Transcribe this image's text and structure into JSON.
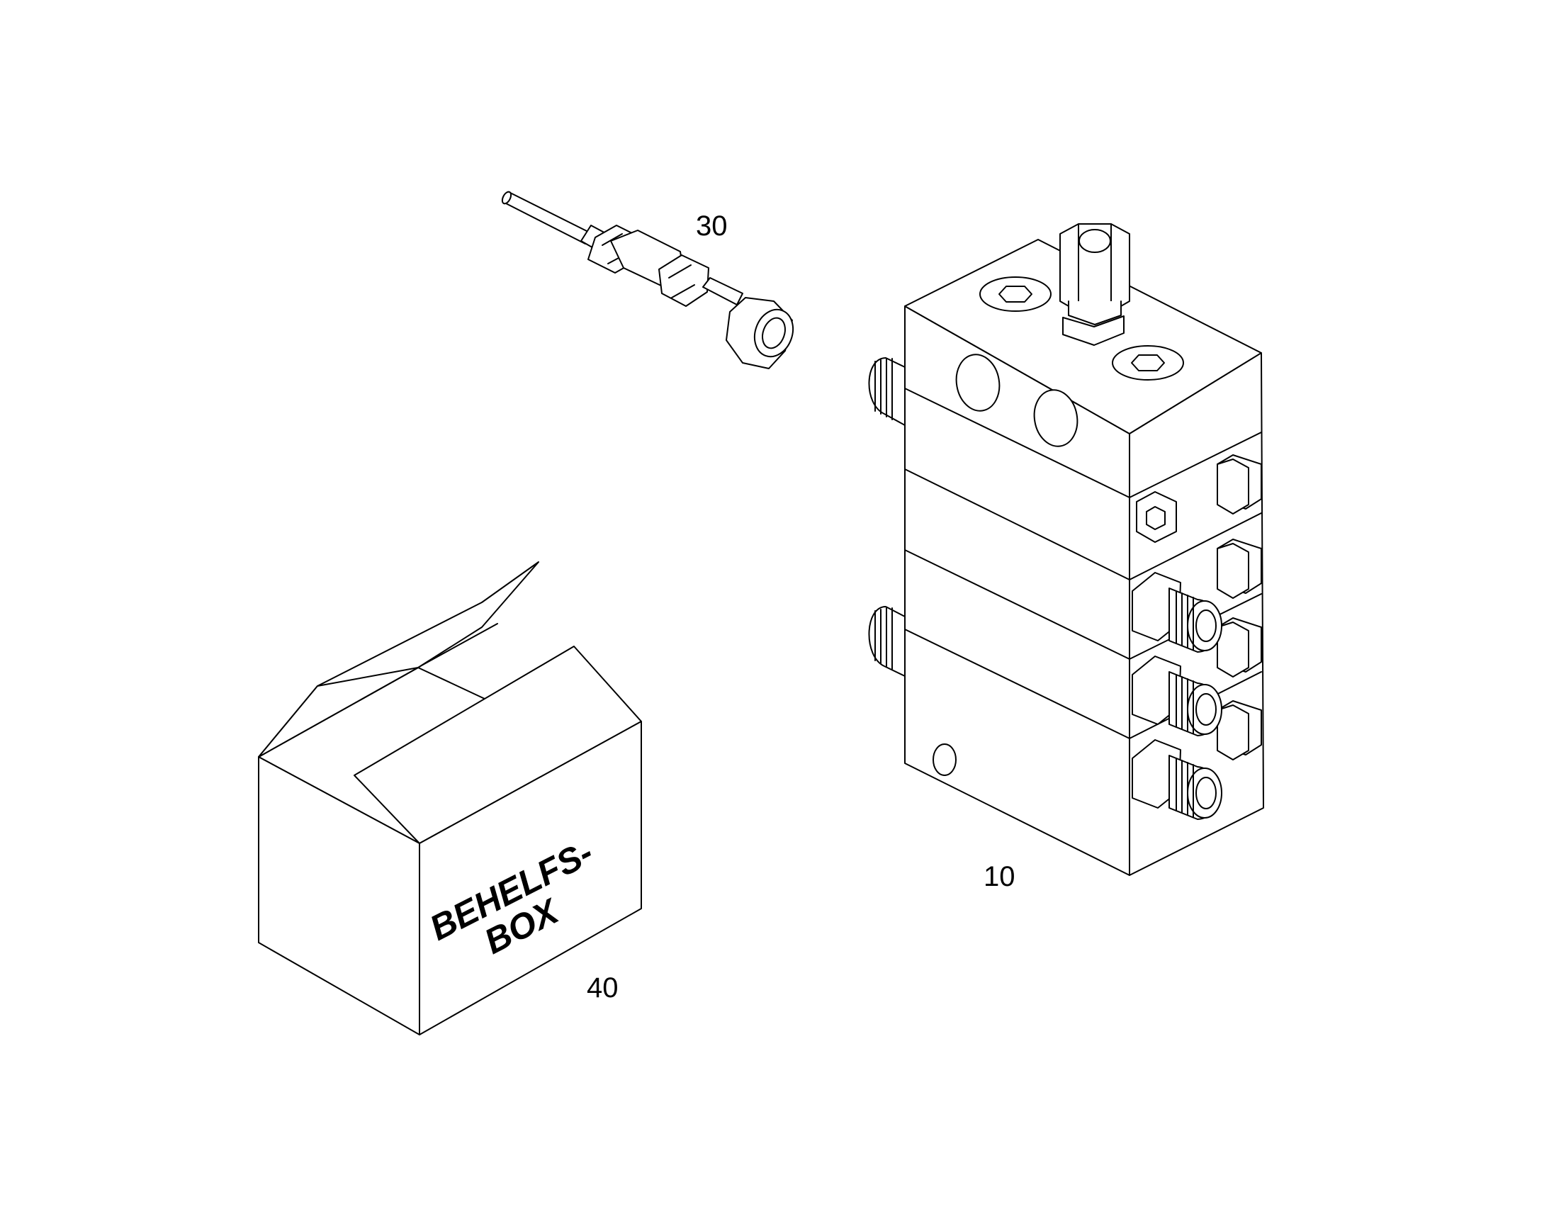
{
  "callouts": {
    "item_30": "30",
    "item_10": "10",
    "item_40": "40"
  },
  "box": {
    "label_line1": "BEHELFS-",
    "label_line2": "BOX"
  },
  "colors": {
    "line": "#000000",
    "background": "#ffffff"
  }
}
